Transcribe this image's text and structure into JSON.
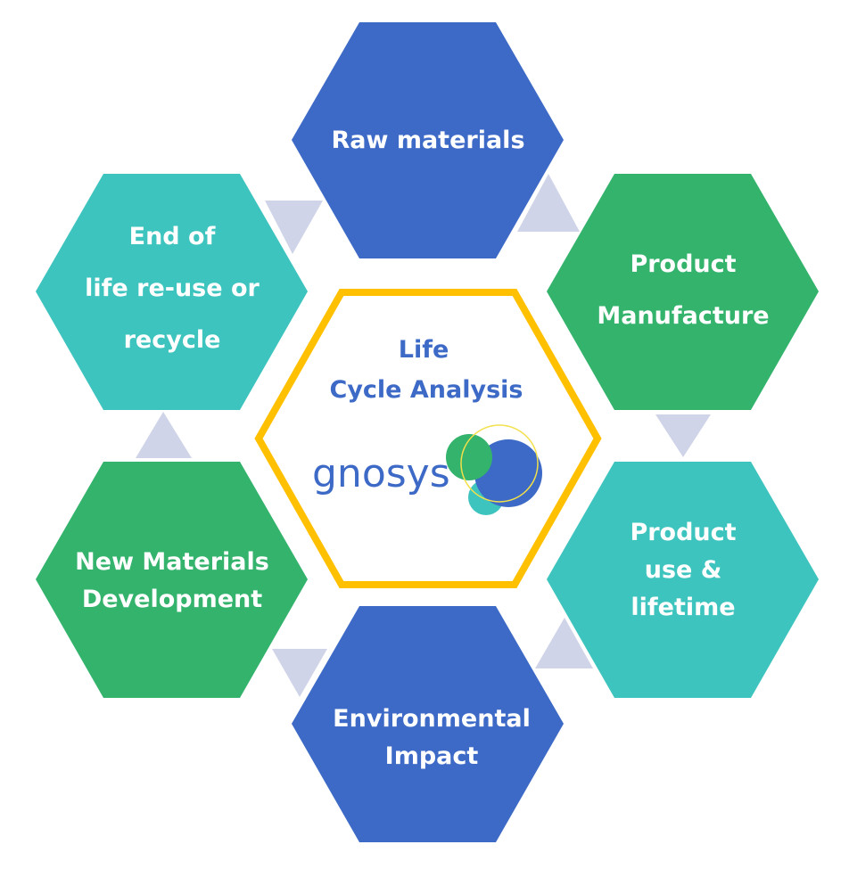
{
  "colors": {
    "blue": "#3D6AC6",
    "green": "#33B36C",
    "teal": "#3EC4BE",
    "arrow": "#D0D4E8",
    "center_border": "#FFC000",
    "center_text": "#3D6AC6"
  },
  "center": {
    "title_line1": "Life",
    "title_line2": "Cycle Analysis",
    "logo_text": "gnosys"
  },
  "stages": [
    {
      "lines": [
        "Raw materials"
      ]
    },
    {
      "lines": [
        "Product",
        "Manufacture"
      ]
    },
    {
      "lines": [
        "Product",
        "use &",
        "lifetime"
      ]
    },
    {
      "lines": [
        "Environmental",
        "Impact"
      ]
    },
    {
      "lines": [
        "New Materials",
        "Development"
      ]
    },
    {
      "lines": [
        "End of",
        "life re-use or",
        "recycle"
      ]
    }
  ]
}
